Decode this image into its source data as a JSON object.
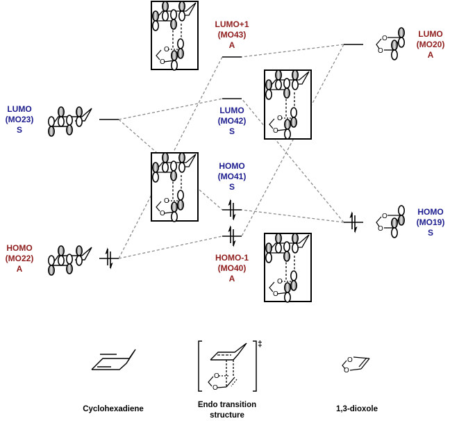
{
  "colors": {
    "symmetric": "#1c1c8e",
    "antisymmetric": "#8e1c1c",
    "connector": "#8a8a8a",
    "line": "#000000"
  },
  "levels": {
    "mo23": {
      "lines": [
        "LUMO",
        "(MO23)",
        "S"
      ],
      "symmetry": "S",
      "occupied": false,
      "fragment": "cyclohexadiene"
    },
    "mo22": {
      "lines": [
        "HOMO",
        "(MO22)",
        "A"
      ],
      "symmetry": "A",
      "occupied": true,
      "fragment": "cyclohexadiene"
    },
    "mo43": {
      "lines": [
        "LUMO+1",
        "(MO43)",
        "A"
      ],
      "symmetry": "A",
      "occupied": false,
      "fragment": "transition-structure"
    },
    "mo42": {
      "lines": [
        "LUMO",
        "(MO42)",
        "S"
      ],
      "symmetry": "S",
      "occupied": false,
      "fragment": "transition-structure"
    },
    "mo41": {
      "lines": [
        "HOMO",
        "(MO41)",
        "S"
      ],
      "symmetry": "S",
      "occupied": true,
      "fragment": "transition-structure"
    },
    "mo40": {
      "lines": [
        "HOMO-1",
        "(MO40)",
        "A"
      ],
      "symmetry": "A",
      "occupied": true,
      "fragment": "transition-structure"
    },
    "mo20": {
      "lines": [
        "LUMO",
        "(MO20)",
        "A"
      ],
      "symmetry": "A",
      "occupied": false,
      "fragment": "dioxole"
    },
    "mo19": {
      "lines": [
        "HOMO",
        "(MO19)",
        "S"
      ],
      "symmetry": "S",
      "occupied": true,
      "fragment": "dioxole"
    }
  },
  "correlations": [
    {
      "from": "mo23",
      "to": "mo42"
    },
    {
      "from": "mo23",
      "to": "mo41"
    },
    {
      "from": "mo22",
      "to": "mo43"
    },
    {
      "from": "mo22",
      "to": "mo40"
    },
    {
      "from": "mo20",
      "to": "mo43"
    },
    {
      "from": "mo20",
      "to": "mo40"
    },
    {
      "from": "mo19",
      "to": "mo42"
    },
    {
      "from": "mo19",
      "to": "mo41"
    }
  ],
  "captions": {
    "cyclohexadiene": "Cyclohexadiene",
    "ts_line1": "Endo transition",
    "ts_line2": "structure",
    "dioxole": "1,3-dioxole",
    "double_dagger": "‡"
  },
  "atoms": {
    "oxygen": "O"
  }
}
